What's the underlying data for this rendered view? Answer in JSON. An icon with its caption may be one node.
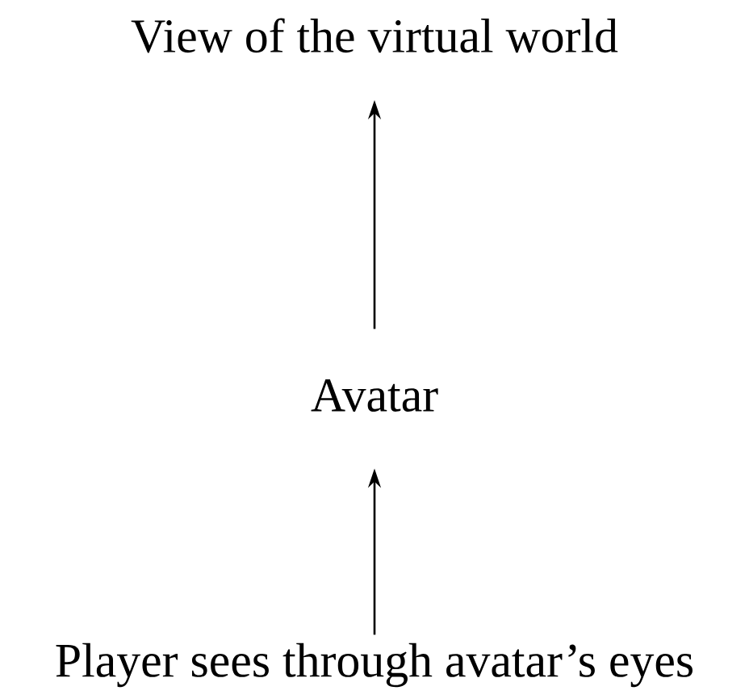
{
  "diagram": {
    "nodes": [
      {
        "text": [
          "View of the virtual world"
        ]
      },
      {
        "text": [
          "Avatar"
        ]
      },
      {
        "text": [
          "Player sees through avatar’s eyes"
        ]
      }
    ],
    "edges": [
      {
        "from": 1,
        "to": 0,
        "arrow": "to"
      },
      {
        "from": 2,
        "to": 1,
        "arrow": "to"
      }
    ]
  }
}
